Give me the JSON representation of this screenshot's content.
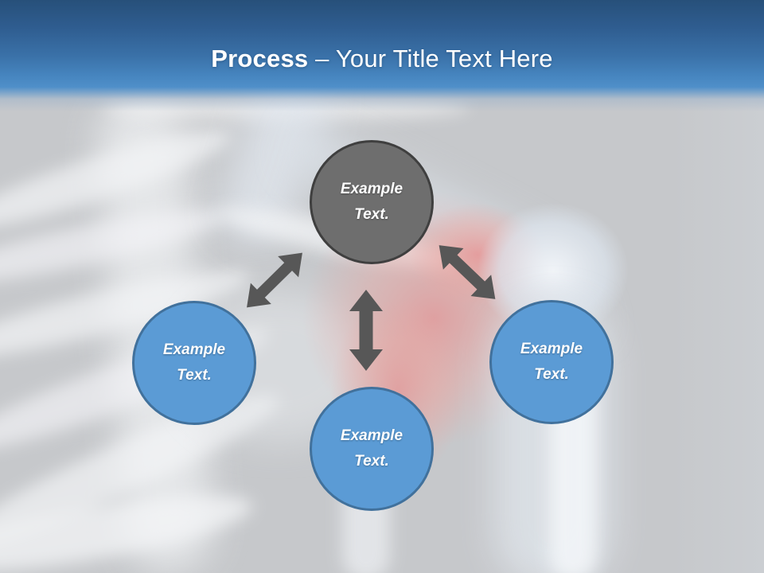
{
  "slide": {
    "header": {
      "title_emphasis": "Process",
      "title_separator": "–",
      "title_text": "Your Title Text Here"
    },
    "diagram": {
      "nodes": [
        {
          "id": "top",
          "variant": "gray",
          "line1": "Example",
          "line2": "Text."
        },
        {
          "id": "left",
          "variant": "blue",
          "line1": "Example",
          "line2": "Text."
        },
        {
          "id": "bottom",
          "variant": "blue",
          "line1": "Example",
          "line2": "Text."
        },
        {
          "id": "right",
          "variant": "blue",
          "line1": "Example",
          "line2": "Text."
        }
      ],
      "arrows": [
        {
          "id": "top-to-left",
          "type": "double-headed"
        },
        {
          "id": "top-to-bottom",
          "type": "double-headed"
        },
        {
          "id": "top-to-right",
          "type": "double-headed"
        }
      ]
    },
    "colors": {
      "node_blue_fill": "#5B9BD5",
      "node_blue_border": "#41719C",
      "node_gray_fill": "#6E6E6E",
      "node_gray_border": "#3F3F3F",
      "arrow_gray": "#575757",
      "header_blue_dark": "#27507A",
      "header_blue_light": "#4F8FC9",
      "canvas_gray": "#C6C8CB",
      "joint_highlight_red": "#E98F8F",
      "title_text_color": "#FFFFFF"
    }
  }
}
